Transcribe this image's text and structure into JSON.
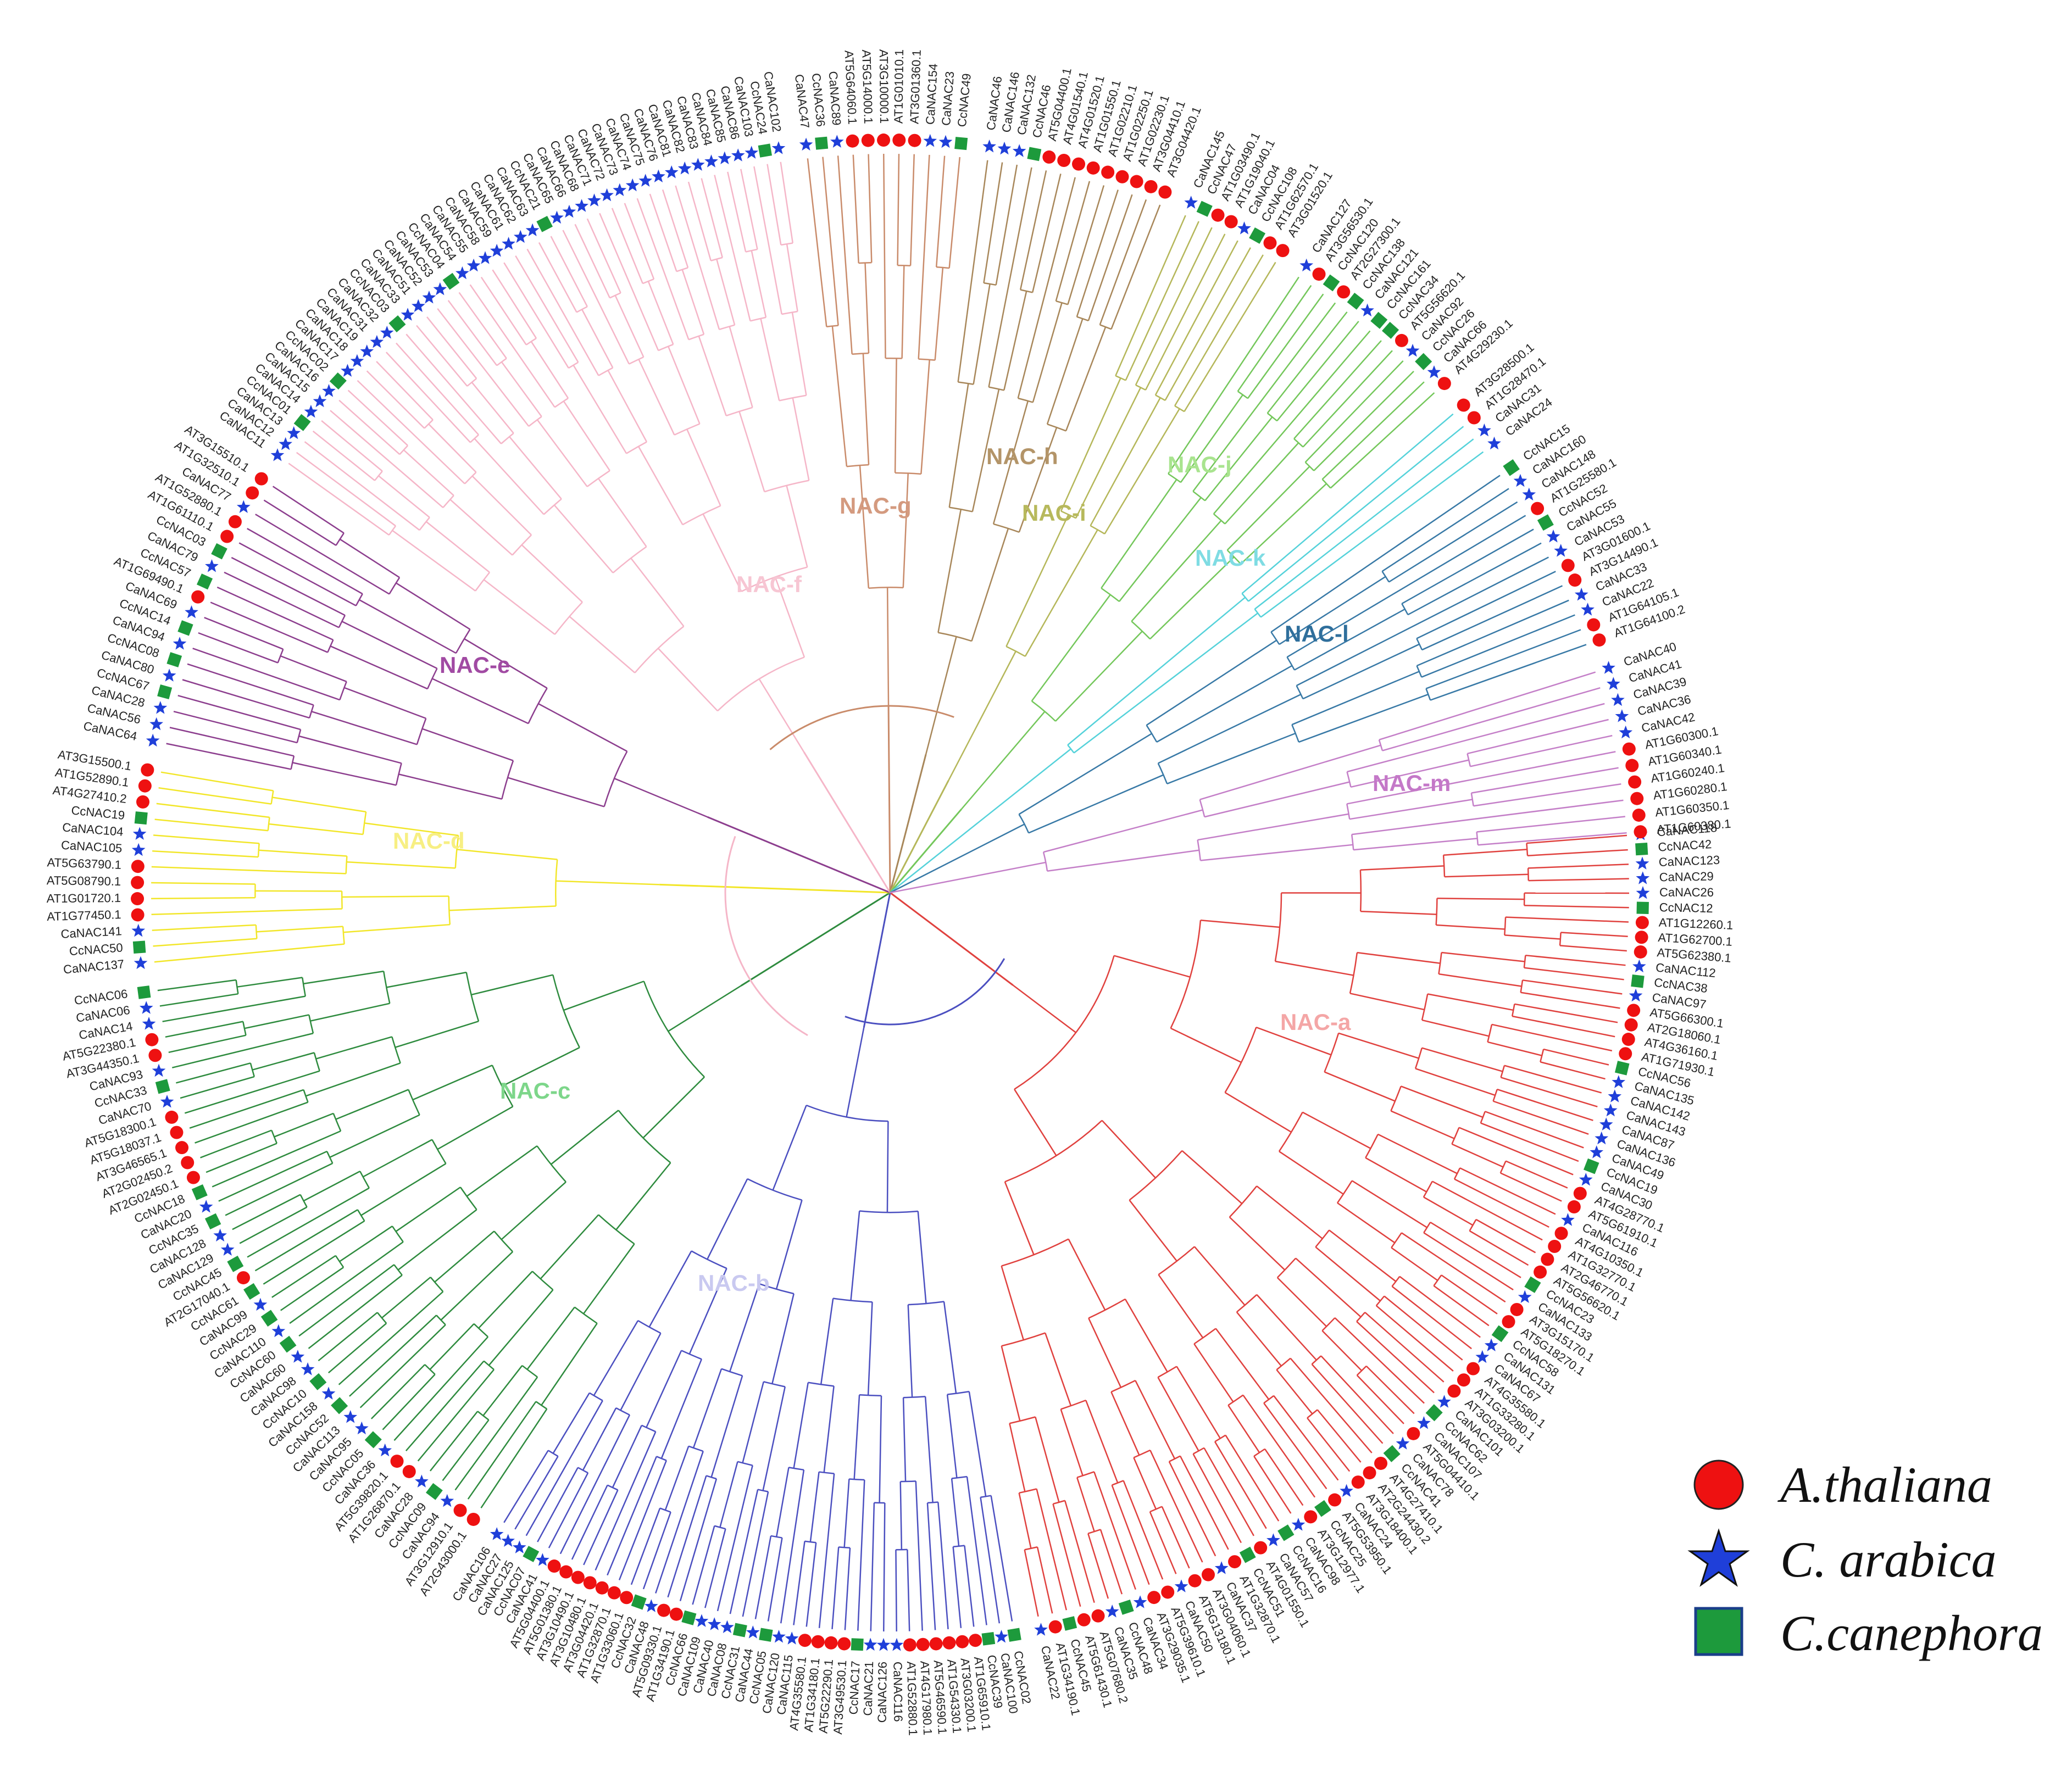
{
  "clades": [
    {
      "name": "NAC-a",
      "color": "#e0413e",
      "label_color": "#f4a6a6",
      "leaves": [
        "CaNAC118",
        "CcNAC42",
        "CaNAC123",
        "CaNAC29",
        "CaNAC26",
        "CcNAC12",
        "AT1G12260.1",
        "AT1G62700.1",
        "AT5G62380.1",
        "CaNAC112",
        "CcNAC38",
        "CaNAC97",
        "AT5G66300.1",
        "AT2G18060.1",
        "AT4G36160.1",
        "AT1G71930.1",
        "CcNAC56",
        "CaNAC135",
        "CaNAC142",
        "CaNAC143",
        "CaNAC87",
        "CaNAC136",
        "CaNAC49",
        "CcNAC19",
        "CaNAC30",
        "AT4G28770.1",
        "AT5G61910.1",
        "CaNAC116",
        "AT4G10350.1",
        "AT1G32770.1",
        "AT2G46770.1",
        "AT5G56620.1",
        "CcNAC23",
        "CaNAC133",
        "AT3G15170.1",
        "AT5G18270.1",
        "CcNAC58",
        "CaNAC131",
        "CaNAC67",
        "AT4G35580.1",
        "AT1G33280.1",
        "AT3G03200.1",
        "CaNAC101",
        "CcNAC62",
        "CaNAC107",
        "AT5G04410.1",
        "CaNAC78",
        "CcNAC41",
        "AT4G27410.1",
        "AT2G24430.2",
        "AT3G18400.1",
        "CaNAC24",
        "AT5G53950.1",
        "CcNAC25",
        "AT3G12977.1",
        "CaNAC98",
        "CcNAC16",
        "CaNAC57",
        "AT4G01550.1",
        "CcNAC51",
        "AT1G32870.1",
        "CaNAC37",
        "AT3G04060.1",
        "AT5G13180.1",
        "CaNAC50",
        "AT5G39610.1",
        "AT3G29035.1",
        "CaNAC34",
        "CcNAC48",
        "CaNAC35",
        "AT5G07680.2",
        "AT5G61430.1",
        "CcNAC45",
        "AT1G34190.1",
        "CaNAC22"
      ]
    },
    {
      "name": "NAC-b",
      "color": "#4b4fc0",
      "label_color": "#c9c9f0",
      "leaves": [
        "CcNAC02",
        "CaNAC100",
        "CcNAC39",
        "AT1G65910.1",
        "AT3G03200.1",
        "AT1G54330.1",
        "AT5G46590.1",
        "AT4G17980.1",
        "AT1G52880.1",
        "CaNAC116",
        "CaNAC126",
        "CaNAC21",
        "CcNAC17",
        "AT3G49530.1",
        "AT5G22290.1",
        "AT1G34180.1",
        "AT4G35580.1",
        "CaNAC115",
        "CaNAC120",
        "CcNAC05",
        "CaNAC44",
        "CcNAC31",
        "CaNAC08",
        "CaNAC40",
        "CaNAC109",
        "CcNAC66",
        "AT1G34190.1",
        "AT5G09330.1",
        "CaNAC48",
        "CcNAC32",
        "AT1G33060.1",
        "AT1G32870.1",
        "AT3G04420.1",
        "AT3G10480.1",
        "AT3G10490.1",
        "AT5G01380.1",
        "AT5G04400.1",
        "CaNAC41",
        "CcNAC07",
        "CaNAC125",
        "CaNAC27",
        "CaNAC106"
      ]
    },
    {
      "name": "NAC-c",
      "color": "#2e8b3e",
      "label_color": "#7dd68a",
      "leaves": [
        "AT2G43000.1",
        "AT3G12910.1",
        "CaNAC94",
        "CcNAC09",
        "CaNAC28",
        "AT1G26870.1",
        "AT5G39820.1",
        "CaNAC36",
        "CcNAC05",
        "CaNAC95",
        "CaNAC113",
        "CcNAC52",
        "CaNAC158",
        "CcNAC10",
        "CaNAC98",
        "CaNAC60",
        "CcNAC60",
        "CaNAC110",
        "CcNAC29",
        "CaNAC99",
        "CcNAC61",
        "AT2G17040.1",
        "CcNAC45",
        "CaNAC129",
        "CaNAC128",
        "CcNAC35",
        "CaNAC20",
        "CcNAC18",
        "AT2G02450.1",
        "AT2G02450.2",
        "AT3G46565.1",
        "AT5G18037.1",
        "AT5G18300.1",
        "CaNAC70",
        "CcNAC33",
        "CaNAC93",
        "AT3G44350.1",
        "AT5G22380.1",
        "CaNAC14",
        "CaNAC06",
        "CcNAC06"
      ]
    },
    {
      "name": "NAC-d",
      "color": "#f2e629",
      "label_color": "#f7ef83",
      "leaves": [
        "CaNAC137",
        "CcNAC50",
        "CaNAC141",
        "AT1G77450.1",
        "AT1G01720.1",
        "AT5G08790.1",
        "AT5G63790.1",
        "CaNAC105",
        "CaNAC104",
        "CcNAC19",
        "AT4G27410.2",
        "AT1G52890.1",
        "AT3G15500.1"
      ]
    },
    {
      "name": "NAC-e",
      "color": "#8c3e8e",
      "label_color": "#a14aa3",
      "leaves": [
        "CaNAC64",
        "CaNAC56",
        "CaNAC28",
        "CcNAC67",
        "CaNAC80",
        "CcNAC08",
        "CaNAC94",
        "CcNAC14",
        "CaNAC69",
        "AT1G69490.1",
        "CcNAC57",
        "CaNAC79",
        "CcNAC03",
        "AT1G61110.1",
        "AT1G52880.1",
        "CaNAC77",
        "AT1G32510.1",
        "AT3G15510.1"
      ]
    },
    {
      "name": "NAC-f",
      "color": "#f5b6c8",
      "label_color": "#f7c6d3",
      "leaves": [
        "CaNAC11",
        "CaNAC12",
        "CaNAC13",
        "CcNAC01",
        "CaNAC14",
        "CaNAC15",
        "CaNAC16",
        "CcNAC02",
        "CaNAC17",
        "CaNAC18",
        "CaNAC19",
        "CaNAC31",
        "CaNAC32",
        "CcNAC03",
        "CaNAC33",
        "CaNAC51",
        "CaNAC52",
        "CaNAC53",
        "CcNAC04",
        "CaNAC54",
        "CaNAC55",
        "CaNAC58",
        "CaNAC59",
        "CaNAC61",
        "CaNAC62",
        "CaNAC63",
        "CcNAC21",
        "CaNAC65",
        "CaNAC66",
        "CaNAC68",
        "CaNAC71",
        "CaNAC72",
        "CaNAC73",
        "CaNAC74",
        "CaNAC75",
        "CaNAC76",
        "CaNAC81",
        "CaNAC82",
        "CaNAC83",
        "CaNAC84",
        "CaNAC85",
        "CaNAC86",
        "CaNAC103",
        "CcNAC24",
        "CaNAC102"
      ]
    },
    {
      "name": "NAC-g",
      "color": "#c98b6a",
      "label_color": "#d49a7f",
      "leaves": [
        "CaNAC47",
        "CcNAC36",
        "CaNAC89",
        "AT5G64060.1",
        "AT5G14000.1",
        "AT3G10000.1",
        "AT1G01010.1",
        "AT3G01360.1",
        "CaNAC154",
        "CaNAC23",
        "CcNAC49"
      ]
    },
    {
      "name": "NAC-h",
      "color": "#a8875a",
      "label_color": "#b39468",
      "leaves": [
        "CaNAC46",
        "CaNAC146",
        "CaNAC132",
        "CcNAC46",
        "AT5G04400.1",
        "AT4G01540.1",
        "AT4G01520.1",
        "AT1G01550.1",
        "AT1G02210.1",
        "AT1G02250.1",
        "AT1G02230.1",
        "AT3G04410.1",
        "AT3G04420.1"
      ]
    },
    {
      "name": "NAC-i",
      "color": "#b5b75a",
      "label_color": "#b7b95c",
      "leaves": [
        "CaNAC145",
        "CcNAC47",
        "AT1G03490.1",
        "AT1G19040.1",
        "CaNAC04",
        "CcNAC108",
        "AT1G62570.1",
        "AT3G01520.1"
      ]
    },
    {
      "name": "NAC-j",
      "color": "#74c75b",
      "label_color": "#a9e48f",
      "leaves": [
        "CaNAC127",
        "AT3G56530.1",
        "CcNAC120",
        "AT2G27300.1",
        "CcNAC138",
        "CaNAC121",
        "CcNAC161",
        "CcNAC34",
        "AT5G56620.1",
        "CaNAC92",
        "CcNAC26",
        "CaNAC66",
        "AT4G29230.1"
      ]
    },
    {
      "name": "NAC-k",
      "color": "#55d2da",
      "label_color": "#7fdce3",
      "leaves": [
        "AT3G28500.1",
        "AT1G28470.1",
        "CaNAC31",
        "CaNAC24"
      ]
    },
    {
      "name": "NAC-l",
      "color": "#3879a6",
      "label_color": "#2f6f9c",
      "leaves": [
        "CcNAC15",
        "CaNAC160",
        "CaNAC148",
        "AT1G25580.1",
        "CcNAC52",
        "CaNAC55",
        "CaNAC53",
        "AT3G01600.1",
        "AT3G14490.1",
        "CaNAC33",
        "CaNAC22",
        "AT1G64105.1",
        "AT1G64100.2"
      ]
    },
    {
      "name": "NAC-m",
      "color": "#c47fc8",
      "label_color": "#c478c8",
      "leaves": [
        "CaNAC40",
        "CaNAC41",
        "CaNAC39",
        "CaNAC36",
        "CaNAC42",
        "AT1G60300.1",
        "AT1G60340.1",
        "AT1G60240.1",
        "AT1G60280.1",
        "AT1G60350.1",
        "AT1G60380.1"
      ]
    }
  ],
  "legend": {
    "a_thaliana": "A.thaliana",
    "c_arabica": "C. arabica",
    "c_canephora": "C.canephora"
  },
  "colors": {
    "a_thaliana": "#ee1111",
    "c_arabica": "#1f3fd9",
    "c_canephora": "#1d9a3c"
  }
}
